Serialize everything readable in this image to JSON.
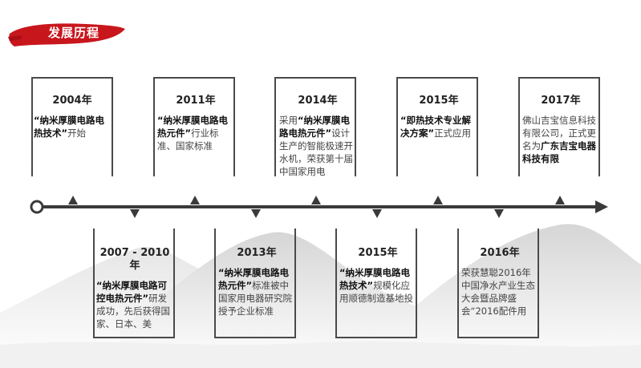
{
  "header": {
    "title": "发展历程"
  },
  "colors": {
    "accent_red": "#c8161d",
    "frame_gray": "#4a4a4a"
  },
  "events_top": [
    {
      "year": "2004年",
      "bold": "“纳米厚膜电路电热技术”",
      "text": "开始"
    },
    {
      "year": "2011年",
      "bold": "“纳米厚膜电路电热元件”",
      "text": "行业标准、国家标准"
    },
    {
      "year": "2014年",
      "pre": "采用",
      "bold": "“纳米厚膜电路电热元件”",
      "text": "设计生产的智能极速开水机，荣获第十届中国家用电"
    },
    {
      "year": "2015年",
      "bold": "“即热技术专业解决方案”",
      "text": "正式应用"
    },
    {
      "year": "2017年",
      "pre": "佛山吉宝信息科技有限公司，正式更名为",
      "bold": "广东吉宝电器科技有限",
      "text": ""
    }
  ],
  "events_bottom": [
    {
      "year": "2007 - 2010年",
      "bold": "“纳米厚膜电路可控电热元件”",
      "text": "研发成功，先后获得国家、日本、美"
    },
    {
      "year": "2013年",
      "bold": "“纳米厚膜电路电热元件”",
      "text": "标准被中国家用电器研究院授予企业标准"
    },
    {
      "year": "2015年",
      "bold": "“纳米厚膜电路电热技术”",
      "text": "规模化应用顺德制造基地投"
    },
    {
      "year": "2016年",
      "pre": "荣获慧聪2016年中国净水产业生态大会暨品牌盛会“2016配件用",
      "bold": "",
      "text": ""
    }
  ]
}
